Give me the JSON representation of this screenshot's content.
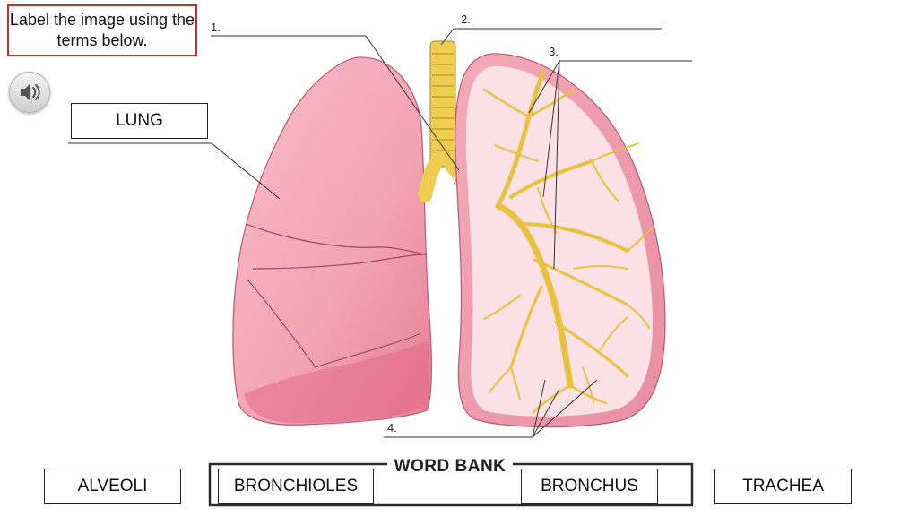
{
  "instruction": "Label the image using the terms below.",
  "audio_icon": "speaker-icon",
  "placed_label": "LUNG",
  "diagram": {
    "numbers": [
      "1.",
      "2.",
      "3.",
      "4."
    ],
    "word_bank_title": "WORD BANK"
  },
  "terms": [
    "ALVEOLI",
    "BRONCHIOLES",
    "BRONCHUS",
    "TRACHEA"
  ],
  "colors": {
    "instruction_border": "#d42a2a",
    "lung": "#f3a6b6",
    "airway": "#f2cf4a"
  }
}
